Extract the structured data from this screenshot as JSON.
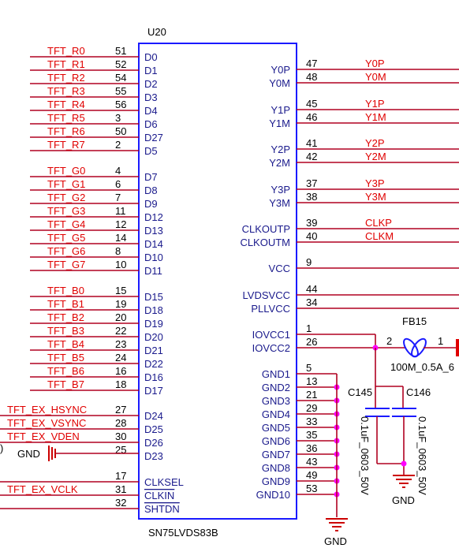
{
  "chip": {
    "ref": "U20",
    "part": "SN75LVDS83B"
  },
  "left_pins": [
    {
      "net": "TFT_R0",
      "num": "51",
      "pin": "D0"
    },
    {
      "net": "TFT_R1",
      "num": "52",
      "pin": "D1"
    },
    {
      "net": "TFT_R2",
      "num": "54",
      "pin": "D2"
    },
    {
      "net": "TFT_R3",
      "num": "55",
      "pin": "D3"
    },
    {
      "net": "TFT_R4",
      "num": "56",
      "pin": "D4"
    },
    {
      "net": "TFT_R5",
      "num": "3",
      "pin": "D6"
    },
    {
      "net": "TFT_R6",
      "num": "50",
      "pin": "D27"
    },
    {
      "net": "TFT_R7",
      "num": "2",
      "pin": "D5"
    },
    {
      "net": "TFT_G0",
      "num": "4",
      "pin": "D7"
    },
    {
      "net": "TFT_G1",
      "num": "6",
      "pin": "D8"
    },
    {
      "net": "TFT_G2",
      "num": "7",
      "pin": "D9"
    },
    {
      "net": "TFT_G3",
      "num": "11",
      "pin": "D12"
    },
    {
      "net": "TFT_G4",
      "num": "12",
      "pin": "D13"
    },
    {
      "net": "TFT_G5",
      "num": "14",
      "pin": "D14"
    },
    {
      "net": "TFT_G6",
      "num": "8",
      "pin": "D10"
    },
    {
      "net": "TFT_G7",
      "num": "10",
      "pin": "D11"
    },
    {
      "net": "TFT_B0",
      "num": "15",
      "pin": "D15"
    },
    {
      "net": "TFT_B1",
      "num": "19",
      "pin": "D18"
    },
    {
      "net": "TFT_B2",
      "num": "20",
      "pin": "D19"
    },
    {
      "net": "TFT_B3",
      "num": "22",
      "pin": "D20"
    },
    {
      "net": "TFT_B4",
      "num": "23",
      "pin": "D21"
    },
    {
      "net": "TFT_B5",
      "num": "24",
      "pin": "D22"
    },
    {
      "net": "TFT_B6",
      "num": "16",
      "pin": "D16"
    },
    {
      "net": "TFT_B7",
      "num": "18",
      "pin": "D17"
    },
    {
      "net": "TFT_EX_HSYNC",
      "num": "27",
      "pin": "D24"
    },
    {
      "net": "TFT_EX_VSYNC",
      "num": "28",
      "pin": "D25"
    },
    {
      "net": "TFT_EX_VDEN",
      "num": "30",
      "pin": "D26"
    },
    {
      "net": "GND",
      "num": "25",
      "pin": "D23"
    },
    {
      "net": "",
      "num": "17",
      "pin": "CLKSEL"
    },
    {
      "net": "TFT_EX_VCLK",
      "num": "31",
      "pin": "CLKIN"
    },
    {
      "net": "",
      "num": "32",
      "pin": "SHTDN"
    }
  ],
  "right_pins": [
    {
      "pin": "Y0P",
      "num": "47",
      "net": "Y0P"
    },
    {
      "pin": "Y0M",
      "num": "48",
      "net": "Y0M"
    },
    {
      "pin": "Y1P",
      "num": "45",
      "net": "Y1P"
    },
    {
      "pin": "Y1M",
      "num": "46",
      "net": "Y1M"
    },
    {
      "pin": "Y2P",
      "num": "41",
      "net": "Y2P"
    },
    {
      "pin": "Y2M",
      "num": "42",
      "net": "Y2M"
    },
    {
      "pin": "Y3P",
      "num": "37",
      "net": "Y3P"
    },
    {
      "pin": "Y3M",
      "num": "38",
      "net": "Y3M"
    },
    {
      "pin": "CLKOUTP",
      "num": "39",
      "net": "CLKP"
    },
    {
      "pin": "CLKOUTM",
      "num": "40",
      "net": "CLKM"
    },
    {
      "pin": "VCC",
      "num": "9",
      "net": ""
    },
    {
      "pin": "LVDSVCC",
      "num": "44",
      "net": ""
    },
    {
      "pin": "PLLVCC",
      "num": "34",
      "net": ""
    },
    {
      "pin": "IOVCC1",
      "num": "1",
      "net": ""
    },
    {
      "pin": "IOVCC2",
      "num": "26",
      "net": ""
    },
    {
      "pin": "GND1",
      "num": "5",
      "net": ""
    },
    {
      "pin": "GND2",
      "num": "13",
      "net": ""
    },
    {
      "pin": "GND3",
      "num": "21",
      "net": ""
    },
    {
      "pin": "GND4",
      "num": "29",
      "net": ""
    },
    {
      "pin": "GND5",
      "num": "33",
      "net": ""
    },
    {
      "pin": "GND6",
      "num": "35",
      "net": ""
    },
    {
      "pin": "GND7",
      "num": "36",
      "net": ""
    },
    {
      "pin": "GND8",
      "num": "43",
      "net": ""
    },
    {
      "pin": "GND9",
      "num": "49",
      "net": ""
    },
    {
      "pin": "GND10",
      "num": "53",
      "net": ""
    }
  ],
  "components": {
    "ferrite": {
      "ref": "FB15",
      "value": "100M_0.5A_6",
      "pin2": "2",
      "pin1": "1"
    },
    "c145": {
      "ref": "C145",
      "value": "0.1uF_0603_50V"
    },
    "c146": {
      "ref": "C146",
      "value": "0.1uF_0603_50V"
    },
    "gnd_label": "GND",
    "cap_gnd_label": "GND",
    "chip_gnd_label": "GND"
  },
  "colors": {
    "net_label": "#e00000",
    "pin_text": "#1a1a8c",
    "box": "#1a1aff",
    "junction": "#ff00ff"
  }
}
